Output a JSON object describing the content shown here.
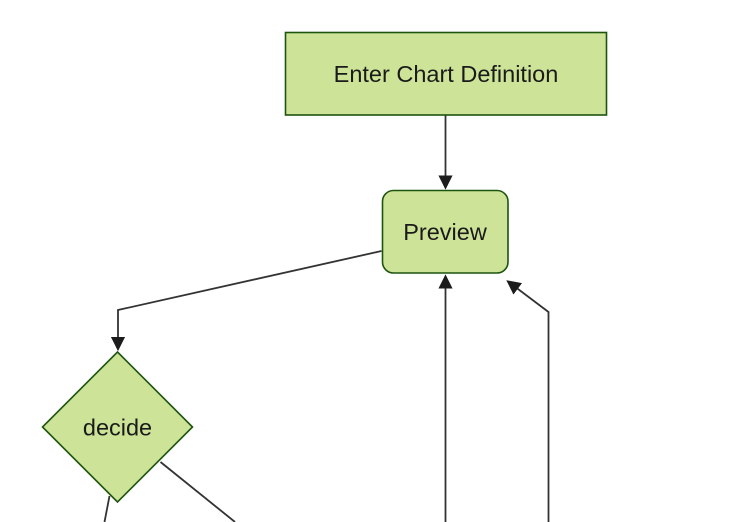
{
  "flowchart": {
    "nodes": {
      "enter": {
        "label": "Enter Chart Definition",
        "shape": "rectangle"
      },
      "preview": {
        "label": "Preview",
        "shape": "rounded-rectangle"
      },
      "decide": {
        "label": "decide",
        "shape": "diamond"
      }
    },
    "edges": [
      {
        "from": "enter",
        "to": "preview",
        "arrow": true
      },
      {
        "from": "preview",
        "to": "decide",
        "arrow": true
      },
      {
        "from": "offscreen-bottom-center",
        "to": "preview",
        "arrow": true
      },
      {
        "from": "offscreen-bottom-right",
        "to": "preview",
        "arrow": true
      },
      {
        "from": "decide",
        "to": "offscreen-bottom-left",
        "arrow": false
      },
      {
        "from": "decide",
        "to": "offscreen-bottom-right",
        "arrow": false
      }
    ],
    "colors": {
      "node_fill": "#cde498",
      "node_border": "#1d540e",
      "edge_line": "#333333",
      "arrowhead": "#1c1c1c",
      "label_text": "#1a1a1a",
      "background": "#ffffff"
    }
  }
}
